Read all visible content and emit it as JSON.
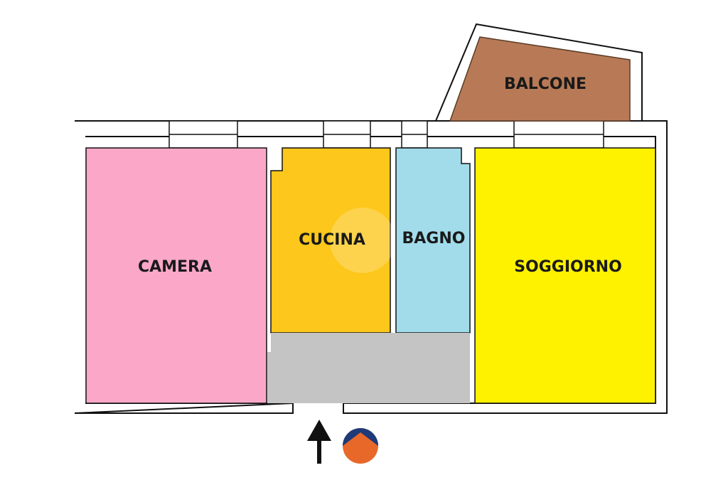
{
  "floorplan": {
    "rooms": [
      {
        "id": "camera",
        "label": "CAMERA",
        "color": "#fba8c8"
      },
      {
        "id": "cucina",
        "label": "CUCINA",
        "color": "#fdc71b"
      },
      {
        "id": "bagno",
        "label": "BAGNO",
        "color": "#a2dceb"
      },
      {
        "id": "soggiorno",
        "label": "SOGGIORNO",
        "color": "#fff200"
      },
      {
        "id": "balcone",
        "label": "BALCONE",
        "color": "#b87a56"
      },
      {
        "id": "corridoio",
        "label": "",
        "color": "#c4c4c4"
      }
    ],
    "entrance_icon": "up-arrow-icon",
    "logo": {
      "icon": "house-logo-icon",
      "colors": [
        "#1e3a78",
        "#e8682a"
      ]
    }
  }
}
